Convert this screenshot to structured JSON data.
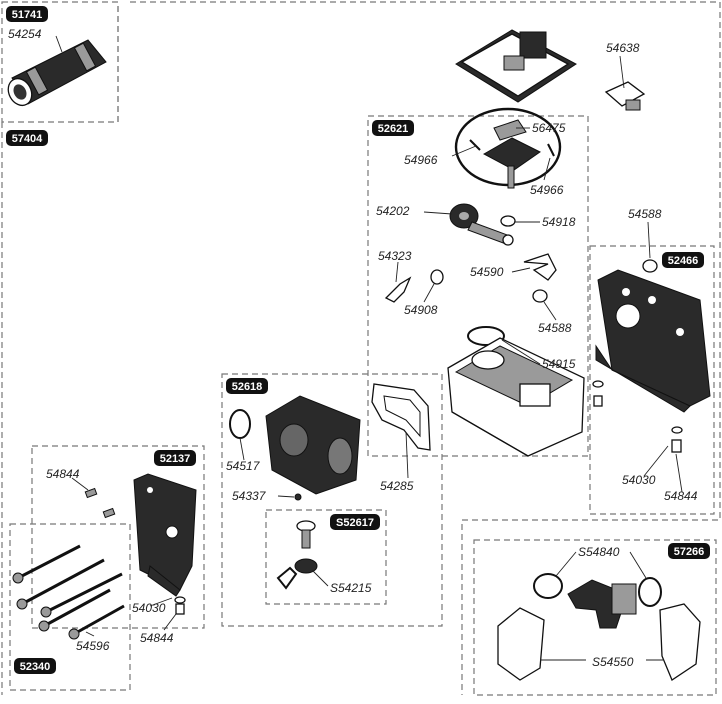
{
  "kits": {
    "k51741": "51741",
    "k57404": "57404",
    "k52621": "52621",
    "k52466": "52466",
    "k52618": "52618",
    "k52137": "52137",
    "k52340": "52340",
    "kS52617": "S52617",
    "k57266": "57266"
  },
  "parts": {
    "p54254": "54254",
    "p54638": "54638",
    "p56475": "56475",
    "p54966a": "54966",
    "p54966b": "54966",
    "p54202": "54202",
    "p54918": "54918",
    "p54588a": "54588",
    "p54323": "54323",
    "p54590": "54590",
    "p54908": "54908",
    "p54588b": "54588",
    "p54915": "54915",
    "p54517": "54517",
    "p54285": "54285",
    "p54337": "54337",
    "p54215": "S54215",
    "p54844a": "54844",
    "p54030a": "54030",
    "p54844b": "54844",
    "p54030b": "54030",
    "p54844c": "54844",
    "p54596": "54596",
    "p54840": "S54840",
    "p54550": "S54550"
  },
  "colors": {
    "badge": "#111111",
    "line": "#111111",
    "dash": "#777777"
  }
}
